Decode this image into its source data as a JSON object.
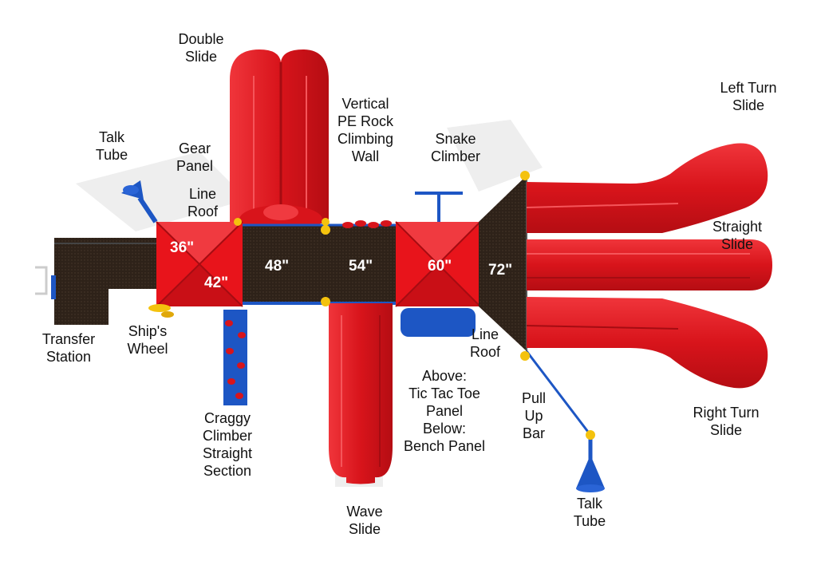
{
  "diagram": {
    "deck_heights": [
      "36\"",
      "42\"",
      "48\"",
      "54\"",
      "60\"",
      "72\""
    ],
    "callouts": [
      "Double\nSlide",
      "Talk\nTube",
      "Gear\nPanel",
      "Line\nRoof",
      "Vertical\nPE Rock\nClimbing\nWall",
      "Snake\nClimber",
      "Left Turn\nSlide",
      "Straight Slide",
      "Transfer\nStation",
      "Ship's\nWheel",
      "Line\nRoof",
      "Above:\nTic Tac Toe\nPanel\nBelow:\nBench Panel",
      "Pull\nUp\nBar",
      "Right Turn\nSlide",
      "Craggy\nClimber\nStraight\nSection",
      "Wave\nSlide",
      "Talk\nTube"
    ]
  },
  "colors": {
    "roof_red": "#e8141b",
    "slide_red": "#e11b22",
    "deck_brown": "#2e2219",
    "post_yellow": "#f4c20d",
    "accent_blue": "#1d56c4",
    "shadow_gray": "#eeeeee"
  }
}
